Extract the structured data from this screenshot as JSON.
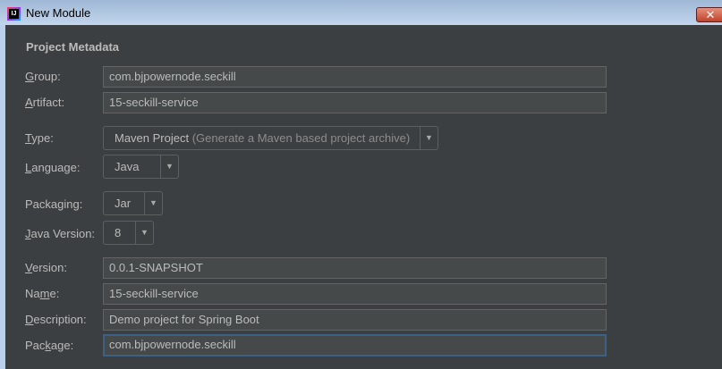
{
  "window": {
    "title": "New Module",
    "close_icon": "close-icon"
  },
  "section_title": "Project Metadata",
  "fields": {
    "group": {
      "label": "Group:",
      "mnemonic": "G",
      "value": "com.bjpowernode.seckill"
    },
    "artifact": {
      "label": "Artifact:",
      "mnemonic": "A",
      "value": "15-seckill-service"
    },
    "type": {
      "label": "Type:",
      "mnemonic": "T",
      "value": "Maven Project",
      "hint": "(Generate a Maven based project archive)"
    },
    "language": {
      "label": "Language:",
      "mnemonic": "L",
      "value": "Java"
    },
    "packaging": {
      "label": "Packaging:",
      "mnemonic": "g",
      "value": "Jar"
    },
    "java_version": {
      "label": "Java Version:",
      "mnemonic": "J",
      "value": "8"
    },
    "version": {
      "label": "Version:",
      "mnemonic": "V",
      "value": "0.0.1-SNAPSHOT"
    },
    "name": {
      "label": "Name:",
      "mnemonic": "m",
      "value": "15-seckill-service"
    },
    "description": {
      "label": "Description:",
      "mnemonic": "D",
      "value": "Demo project for Spring Boot"
    },
    "package": {
      "label": "Package:",
      "mnemonic": "k",
      "value": "com.bjpowernode.seckill"
    }
  },
  "dropdown_arrow": "▼"
}
